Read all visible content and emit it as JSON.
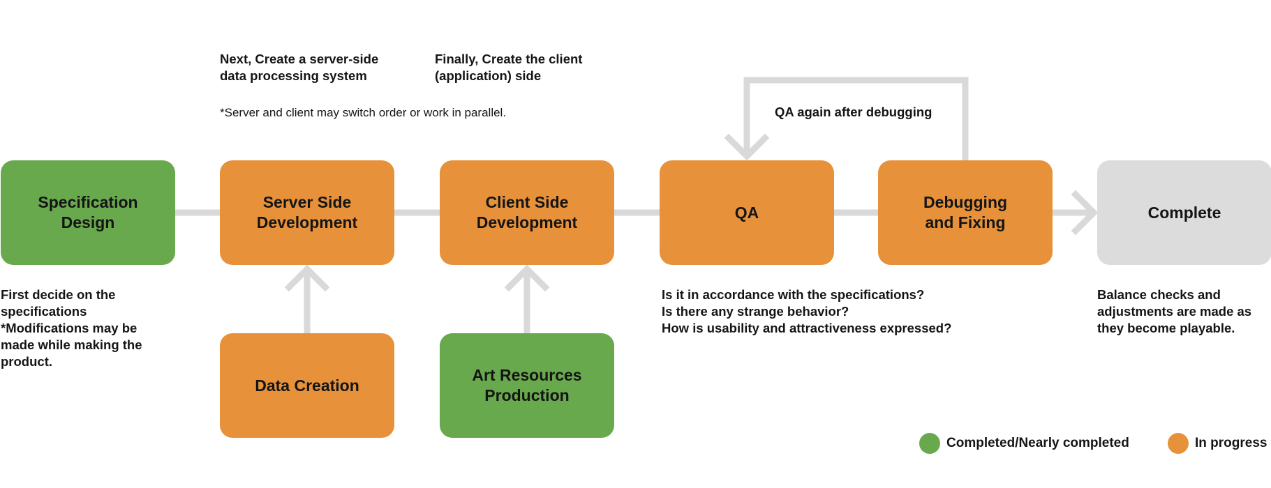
{
  "colors": {
    "completed": "#69a94e",
    "in_progress": "#e7923a",
    "pending": "#dcdcdc",
    "connector": "#d9d9d9"
  },
  "boxes": {
    "specification_design": "Specification\nDesign",
    "server_side": "Server Side\nDevelopment",
    "client_side": "Client Side\nDevelopment",
    "qa": "QA",
    "debugging": "Debugging\nand Fixing",
    "complete": "Complete",
    "data_creation": "Data Creation",
    "art_resources": "Art Resources\nProduction"
  },
  "notes": {
    "server": "Next, Create a server-side\ndata processing system",
    "client": "Finally, Create the client\n(application) side",
    "order": "*Server and client may switch order or work in parallel.",
    "qa_loop": "QA again after debugging",
    "spec": "First decide on the\nspecifications\n*Modifications may be\nmade while making the\nproduct.",
    "qa": "Is it in accordance with the specifications?\nIs there any strange behavior?\nHow is usability and attractiveness expressed?",
    "complete": "Balance checks and\nadjustments are made as\nthey become playable."
  },
  "legend": {
    "completed": "Completed/Nearly completed",
    "in_progress": "In progress"
  }
}
